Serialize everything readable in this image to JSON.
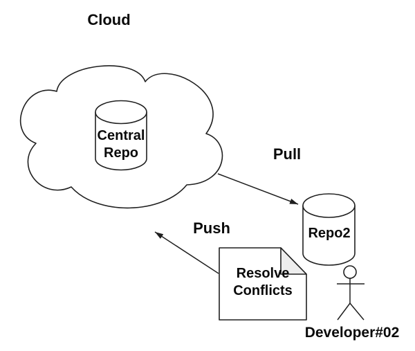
{
  "diagram": {
    "type": "git-workflow-diagram",
    "labels": {
      "cloud": "Cloud",
      "central_repo": "Central Repo",
      "pull": "Pull",
      "push": "Push",
      "repo2": "Repo2",
      "note": "Resolve Conflicts",
      "developer": "Developer#02"
    },
    "colors": {
      "stroke": "#1f1f1f",
      "text": "#0a0a0a",
      "background": "#ffffff",
      "shape_fill": "#ffffff",
      "note_fold_fill": "#ededed"
    }
  }
}
